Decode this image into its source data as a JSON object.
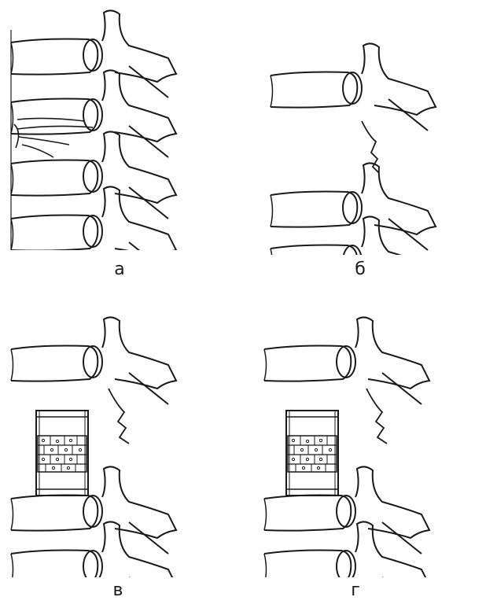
{
  "figure": {
    "panels": [
      {
        "label": "а",
        "state": "intact-fractured"
      },
      {
        "label": "б",
        "state": "resected"
      },
      {
        "label": "в",
        "state": "cage-implant"
      },
      {
        "label": "г",
        "state": "cage-implant"
      }
    ]
  },
  "colors": {
    "ink": "#1a1a1a",
    "background": "#ffffff"
  }
}
